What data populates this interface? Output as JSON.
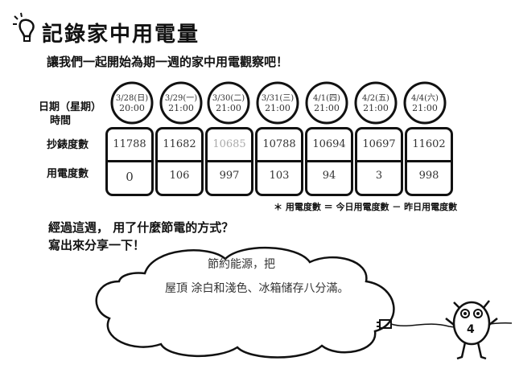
{
  "title": "記錄家中用電量",
  "intro": "讓我們一起開始為期一週的家中用電觀察吧！",
  "row_labels": {
    "date_line1": "日期（星期）",
    "date_line2": "時間",
    "meter": "抄錶度數",
    "usage": "用電度數"
  },
  "columns": [
    {
      "date": "3/28(日)",
      "time": "20:00",
      "meter": "11788",
      "usage": "0"
    },
    {
      "date": "3/29(一)",
      "time": "21:00",
      "meter": "11682",
      "usage": "106"
    },
    {
      "date": "3/30(二)",
      "time": "21:00",
      "meter": "10685",
      "usage": "997"
    },
    {
      "date": "3/31(三)",
      "time": "21:00",
      "meter": "10788",
      "usage": "103"
    },
    {
      "date": "4/1(四)",
      "time": "21:00",
      "meter": "10694",
      "usage": "94"
    },
    {
      "date": "4/2(五)",
      "time": "21:00",
      "meter": "10697",
      "usage": "3"
    },
    {
      "date": "4/4(六)",
      "time": "21:00",
      "meter": "11602",
      "usage": "998"
    }
  ],
  "note": "＊ 用電度數 ＝ 今日用電度數 － 昨日用電度數",
  "question_line1": "經過這週， 用了什麼節電的方式？",
  "question_line2": "寫出來分享一下！",
  "answer_line1": "節約能源，把",
  "answer_line2": "屋頂 涂白和淺色、冰箱储存八分滿。",
  "mascot_number": "4"
}
